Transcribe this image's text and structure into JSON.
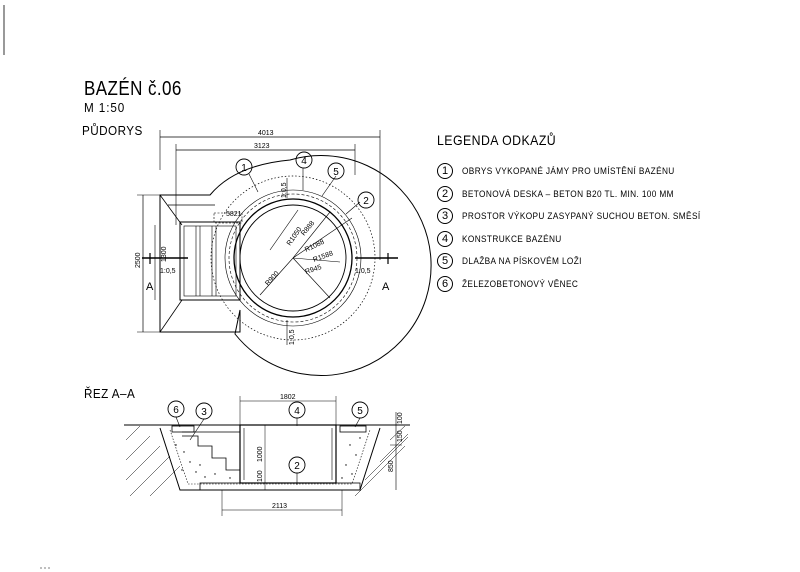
{
  "title": "BAZÉN č.06",
  "scale": "M 1:50",
  "plan_label": "PŮDORYS",
  "section_label": "ŘEZ A–A",
  "legend_title": "LEGENDA ODKAZŮ",
  "legend": [
    {
      "num": "1",
      "text": "OBRYS VYKOPANÉ JÁMY PRO UMÍSTĚNÍ BAZÉNU"
    },
    {
      "num": "2",
      "text": "BETONOVÁ DESKA – BETON B20 TL. MIN. 100 MM"
    },
    {
      "num": "3",
      "text": "PROSTOR VÝKOPU ZASYPANÝ SUCHOU BETON. SMĚSÍ"
    },
    {
      "num": "4",
      "text": "KONSTRUKCE BAZÉNU"
    },
    {
      "num": "5",
      "text": "DLAŽBA NA PÍSKOVÉM LOŽI"
    },
    {
      "num": "6",
      "text": "ŽELEZOBETONOVÝ VĚNEC"
    }
  ],
  "plan": {
    "dim_total_width": "4013",
    "dim_inner_width": "3123",
    "dim_steps": "5821",
    "dim_height": "2500",
    "dim_1300": "1300",
    "dim_05_left": "1:0,5",
    "dim_05_right": "1:0,5",
    "dim_05_top": "1:0,5",
    "dim_05_bottom": "1:0,5",
    "r1050": "R1050",
    "r888": "R888",
    "r1088": "R1088",
    "r1588": "R1588",
    "r945": "R945",
    "r900": "R900",
    "section_mark_left": "A",
    "section_mark_right": "A",
    "callouts": [
      "1",
      "4",
      "5",
      "2"
    ]
  },
  "section": {
    "dim_top": "1802",
    "dim_bottom": "2113",
    "dim_1000": "1000",
    "dim_100_left": "100",
    "dim_100_right": "100",
    "dim_150": "150",
    "dim_850": "850",
    "callouts": [
      "6",
      "3",
      "4",
      "5",
      "2"
    ]
  }
}
